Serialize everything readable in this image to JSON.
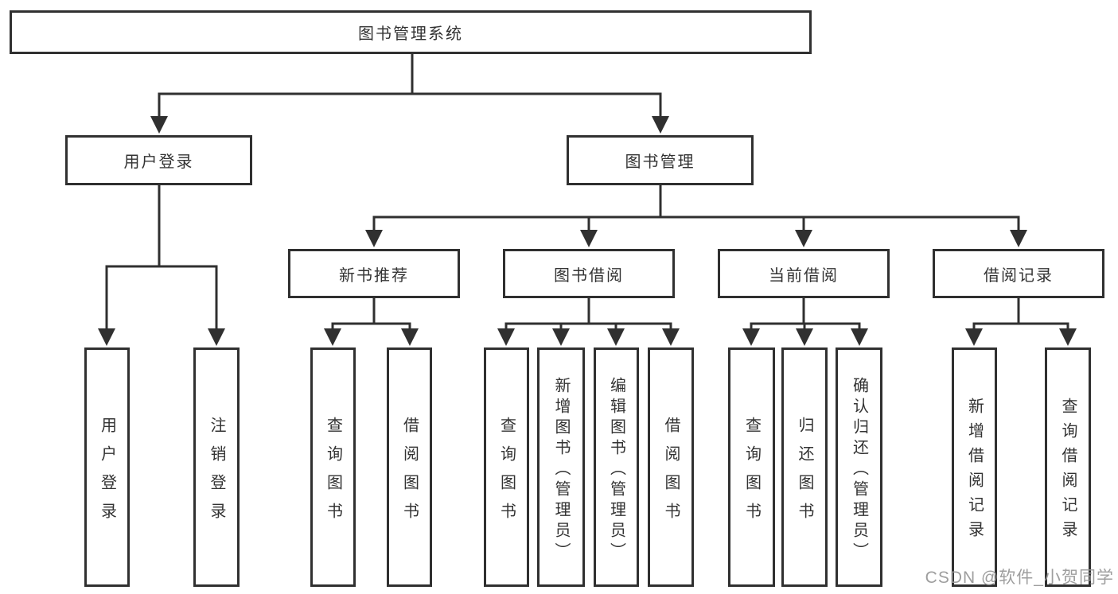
{
  "diagram": {
    "root_label": "图书管理系统",
    "branches": [
      {
        "label": "用户登录",
        "children": [
          {
            "label": "用户登录"
          },
          {
            "label": "注销登录"
          }
        ]
      },
      {
        "label": "图书管理",
        "children": [
          {
            "label": "新书推荐",
            "children": [
              {
                "label": "查询图书"
              },
              {
                "label": "借阅图书"
              }
            ]
          },
          {
            "label": "图书借阅",
            "children": [
              {
                "label": "查询图书"
              },
              {
                "label": "新增图书（管理员）"
              },
              {
                "label": "编辑图书（管理员）"
              },
              {
                "label": "借阅图书"
              }
            ]
          },
          {
            "label": "当前借阅",
            "children": [
              {
                "label": "查询图书"
              },
              {
                "label": "归还图书"
              },
              {
                "label": "确认归还（管理员）"
              }
            ]
          },
          {
            "label": "借阅记录",
            "children": [
              {
                "label": "新增借阅记录"
              },
              {
                "label": "查询借阅记录"
              }
            ]
          }
        ]
      }
    ]
  },
  "watermark": {
    "text": "CSDN @软件_小贺同学",
    "color": "#969696"
  },
  "colors": {
    "background": "#ffffff",
    "line": "#303030",
    "box_border": "#303030",
    "text": "#333333"
  }
}
